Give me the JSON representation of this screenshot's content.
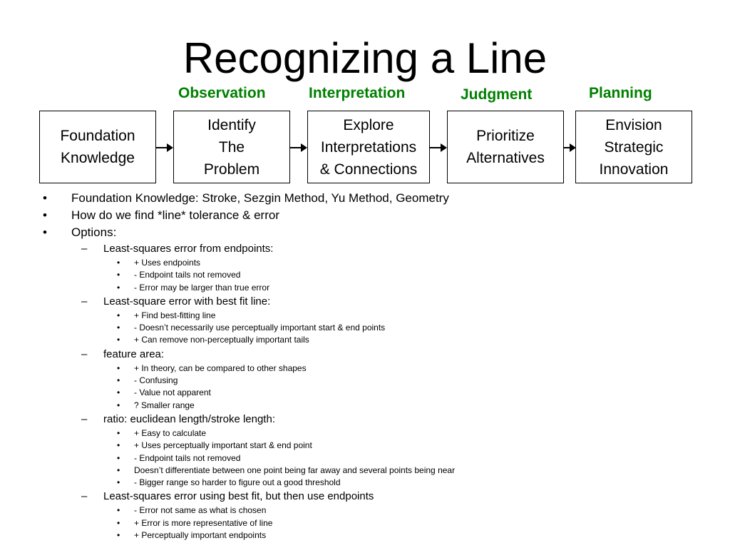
{
  "title": "Recognizing a Line",
  "stages": [
    "Observation",
    "Interpretation",
    "Judgment",
    "Planning"
  ],
  "boxes": [
    [
      "Foundation",
      "Knowledge"
    ],
    [
      "Identify",
      "The",
      "Problem"
    ],
    [
      "Explore",
      "Interpretations",
      "& Connections"
    ],
    [
      "Prioritize",
      "Alternatives"
    ],
    [
      "Envision",
      "Strategic",
      "Innovation"
    ]
  ],
  "outline": [
    {
      "level": 1,
      "bullet": "•",
      "text": "Foundation Knowledge: Stroke, Sezgin Method, Yu Method, Geometry"
    },
    {
      "level": 1,
      "bullet": "•",
      "text": "How do we find *line* tolerance & error"
    },
    {
      "level": 1,
      "bullet": "•",
      "text": "Options:"
    },
    {
      "level": 2,
      "bullet": "–",
      "text": "Least-squares error from endpoints:"
    },
    {
      "level": 3,
      "bullet": "•",
      "text": "+ Uses endpoints"
    },
    {
      "level": 3,
      "bullet": "•",
      "text": "- Endpoint tails not removed"
    },
    {
      "level": 3,
      "bullet": "•",
      "text": "- Error may be larger than true error"
    },
    {
      "level": 2,
      "bullet": "–",
      "text": "Least-square error with best fit line:"
    },
    {
      "level": 3,
      "bullet": "•",
      "text": "+ Find best-fitting line"
    },
    {
      "level": 3,
      "bullet": "•",
      "text": "- Doesn’t necessarily use perceptually important start & end points"
    },
    {
      "level": 3,
      "bullet": "•",
      "text": "+ Can remove non-perceptually important tails"
    },
    {
      "level": 2,
      "bullet": "–",
      "text": "feature area:"
    },
    {
      "level": 3,
      "bullet": "•",
      "text": "+ In theory, can be compared to other shapes"
    },
    {
      "level": 3,
      "bullet": "•",
      "text": "- Confusing"
    },
    {
      "level": 3,
      "bullet": "•",
      "text": "- Value not apparent"
    },
    {
      "level": 3,
      "bullet": "•",
      "text": "? Smaller range"
    },
    {
      "level": 2,
      "bullet": "–",
      "text": "ratio: euclidean length/stroke length:"
    },
    {
      "level": 3,
      "bullet": "•",
      "text": "+ Easy to calculate"
    },
    {
      "level": 3,
      "bullet": "•",
      "text": "+ Uses perceptually important start & end point"
    },
    {
      "level": 3,
      "bullet": "•",
      "text": "- Endpoint tails not removed"
    },
    {
      "level": 3,
      "bullet": "•",
      "text": "Doesn’t differentiate between one point being far away and several points being near"
    },
    {
      "level": 3,
      "bullet": "•",
      "text": "- Bigger range so harder to figure out a good threshold"
    },
    {
      "level": 2,
      "bullet": "–",
      "text": "Least-squares error using best fit, but then use endpoints"
    },
    {
      "level": 3,
      "bullet": "•",
      "text": "- Error not same as what is chosen"
    },
    {
      "level": 3,
      "bullet": "•",
      "text": "+ Error is more representative of line"
    },
    {
      "level": 3,
      "bullet": "•",
      "text": "+ Perceptually important endpoints"
    }
  ],
  "colors": {
    "stage_label": "#008000",
    "text": "#000000",
    "background": "#ffffff"
  }
}
